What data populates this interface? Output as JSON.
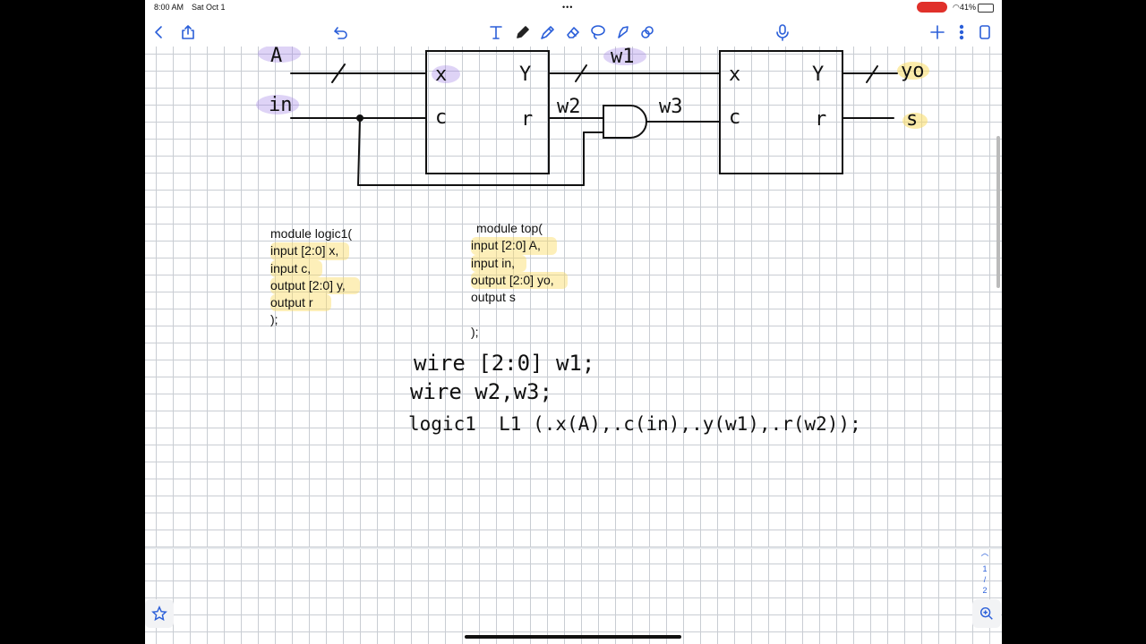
{
  "status": {
    "time": "8:00 AM",
    "date": "Sat Oct 1",
    "battery": "41%"
  },
  "toolbar": {
    "icons": [
      "back-icon",
      "share-icon",
      "undo-icon",
      "text-tool-icon",
      "pen-tool-icon",
      "highlighter-tool-icon",
      "eraser-tool-icon",
      "lasso-tool-icon",
      "shapes-tool-icon",
      "link-tool-icon",
      "microphone-icon",
      "add-icon",
      "more-icon",
      "pages-icon"
    ]
  },
  "diagram": {
    "labels": {
      "A": "A",
      "in": "in",
      "x1": "x",
      "y1": "Y",
      "c1": "c",
      "r1": "r",
      "w1": "w1",
      "w2": "w2",
      "w3": "w3",
      "x2": "x",
      "y2": "Y",
      "c2": "c",
      "r2": "r",
      "yo": "yo",
      "s": "s"
    }
  },
  "code_logic1": {
    "lines": [
      "module logic1(",
      "input [2:0] x,",
      "input c,",
      "output [2:0] y,",
      "output r",
      ");"
    ]
  },
  "code_top": {
    "lines": [
      "module top(",
      "input [2:0] A,",
      "input in,",
      "output [2:0] yo,",
      "output s",
      "",
      ");"
    ]
  },
  "handwriting": {
    "line1": "wire [2:0] w1;",
    "line2": "wire w2,w3;",
    "line3": "logic1  L1 (.x(A),.c(in),.y(w1),.r(w2));"
  },
  "pager": {
    "current": "1",
    "sep": "/",
    "total": "2"
  }
}
